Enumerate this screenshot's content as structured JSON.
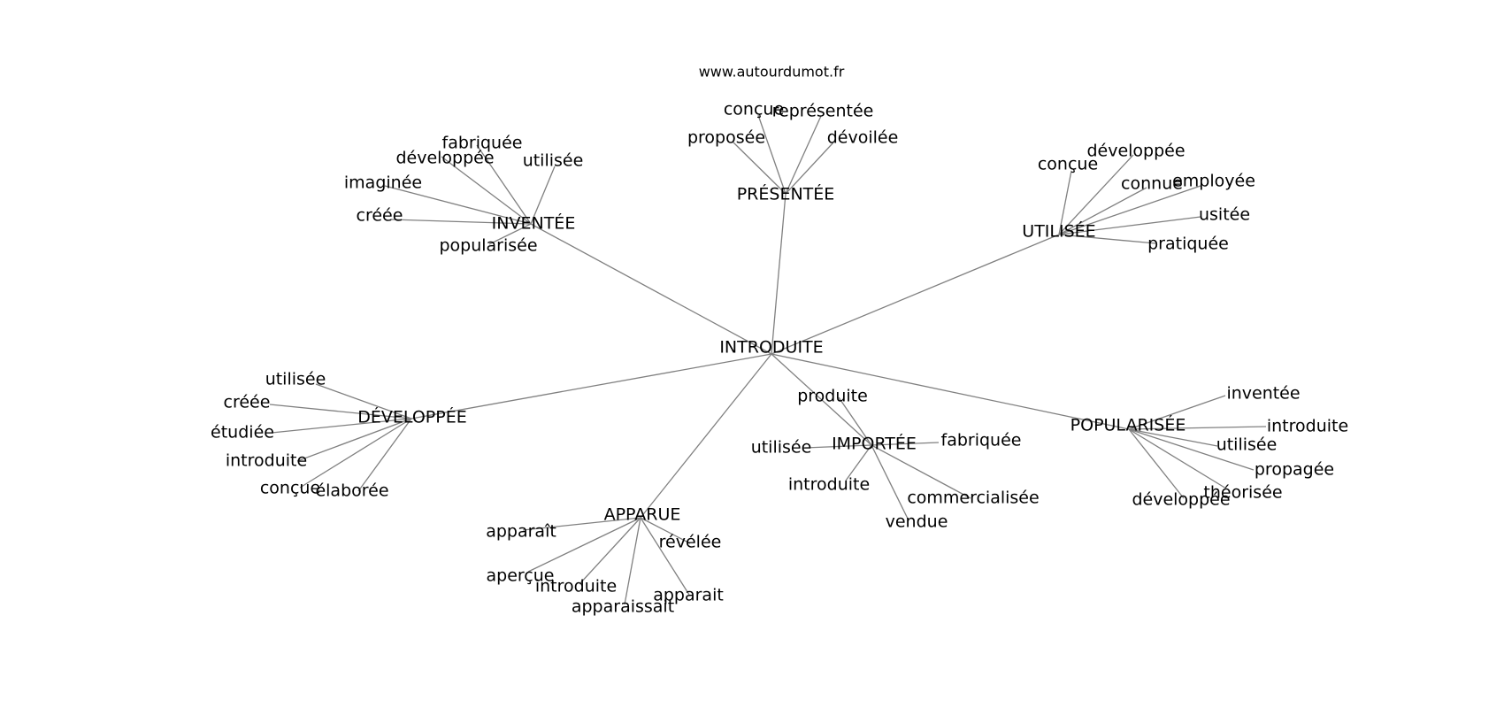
{
  "website": "www.autourdumot.fr",
  "center": "INTRODUITE",
  "hubs": [
    {
      "id": "inventee",
      "label": "INVENTÉE",
      "leaves": [
        "fabriquée",
        "développée",
        "utilisée",
        "imaginée",
        "créée",
        "popularisée"
      ]
    },
    {
      "id": "presentee",
      "label": "PRÉSENTÉE",
      "leaves": [
        "conçue",
        "représentée",
        "proposée",
        "dévoilée"
      ]
    },
    {
      "id": "utilisee",
      "label": "UTILISÉE",
      "leaves": [
        "développée",
        "conçue",
        "connue",
        "employée",
        "usitée",
        "pratiquée"
      ]
    },
    {
      "id": "developpee",
      "label": "DÉVELOPPÉE",
      "leaves": [
        "utilisée",
        "créée",
        "étudiée",
        "introduite",
        "conçue",
        "élaborée"
      ]
    },
    {
      "id": "importee",
      "label": "IMPORTÉE",
      "leaves": [
        "produite",
        "utilisée",
        "fabriquée",
        "introduite",
        "commercialisée",
        "vendue"
      ]
    },
    {
      "id": "popularisee",
      "label": "POPULARISÉE",
      "leaves": [
        "inventée",
        "introduite",
        "utilisée",
        "propagée",
        "théorisée",
        "développée"
      ]
    },
    {
      "id": "apparue",
      "label": "APPARUE",
      "leaves": [
        "apparaît",
        "révélée",
        "aperçue",
        "introduite",
        "apparait",
        "apparaissait"
      ]
    }
  ]
}
